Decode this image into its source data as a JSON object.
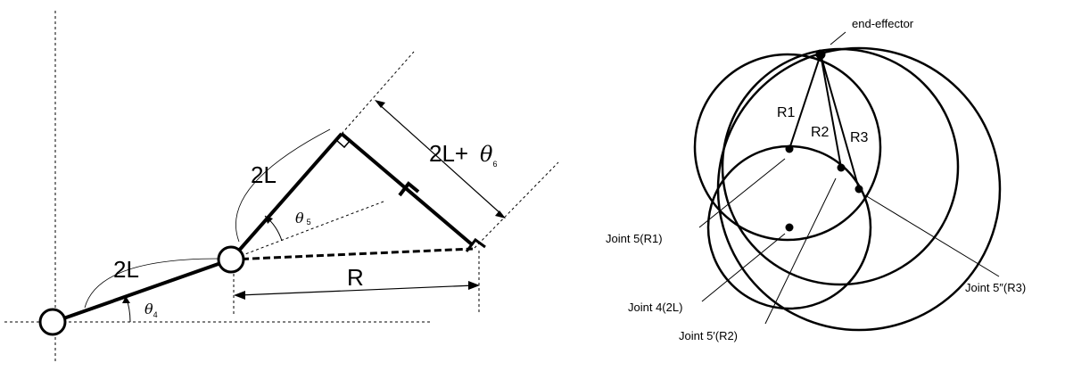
{
  "left_diagram": {
    "link1_label": "2L",
    "link2_label": "2L",
    "radius_label": "R",
    "extension_label": "2L+",
    "theta4": {
      "symbol": "θ",
      "sub": "4"
    },
    "theta5": {
      "symbol": "θ",
      "sub": "5"
    },
    "theta6": {
      "symbol": "θ",
      "sub": "6"
    }
  },
  "right_diagram": {
    "end_effector_label": "end-effector",
    "r1": "R1",
    "r2": "R2",
    "r3": "R3",
    "joint5_r1": "Joint 5(R1)",
    "joint4_2l": "Joint 4(2L)",
    "joint5p_r2": "Joint 5′(R2)",
    "joint5pp_r3": "Joint 5″(R3)"
  }
}
